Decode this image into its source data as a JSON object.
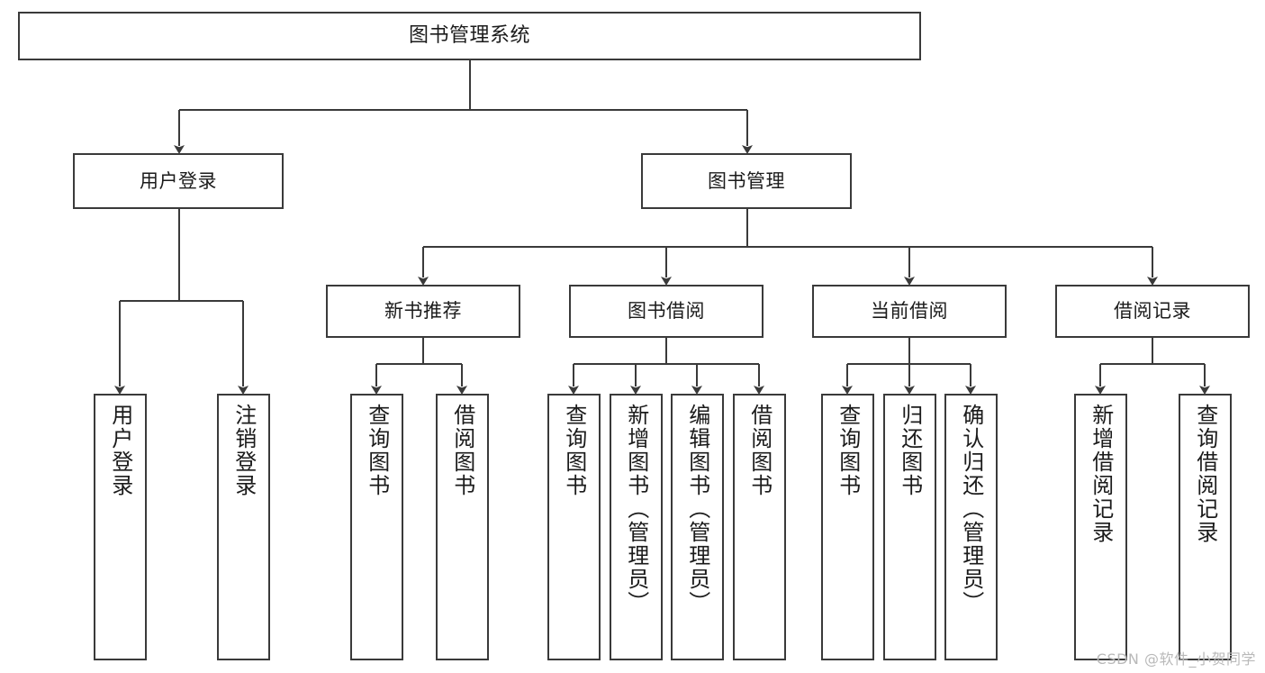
{
  "diagram": {
    "type": "tree",
    "title": "图书管理系统",
    "colors": {
      "box_border": "#3a3a3a",
      "box_fill": "#ffffff",
      "connector": "#3a3a3a",
      "text": "#1b1b1b",
      "watermark": "#b9b9b9",
      "background": "#ffffff"
    },
    "root": {
      "label": "图书管理系统"
    },
    "level2": [
      {
        "label": "用户登录"
      },
      {
        "label": "图书管理"
      }
    ],
    "level3": [
      {
        "label": "新书推荐"
      },
      {
        "label": "图书借阅"
      },
      {
        "label": "当前借阅"
      },
      {
        "label": "借阅记录"
      }
    ],
    "leaves": {
      "user_login": [
        {
          "label": "用户登录"
        },
        {
          "label": "注销登录"
        }
      ],
      "new_book": [
        {
          "label": "查询图书"
        },
        {
          "label": "借阅图书"
        }
      ],
      "book_borrow": [
        {
          "label": "查询图书"
        },
        {
          "label": "新增图书（管理员）"
        },
        {
          "label": "编辑图书（管理员）"
        },
        {
          "label": "借阅图书"
        }
      ],
      "current_borrow": [
        {
          "label": "查询图书"
        },
        {
          "label": "归还图书"
        },
        {
          "label": "确认归还（管理员）"
        }
      ],
      "borrow_record": [
        {
          "label": "新增借阅记录"
        },
        {
          "label": "查询借阅记录"
        }
      ]
    }
  },
  "watermark": {
    "text": "CSDN @软件_小贺同学"
  }
}
